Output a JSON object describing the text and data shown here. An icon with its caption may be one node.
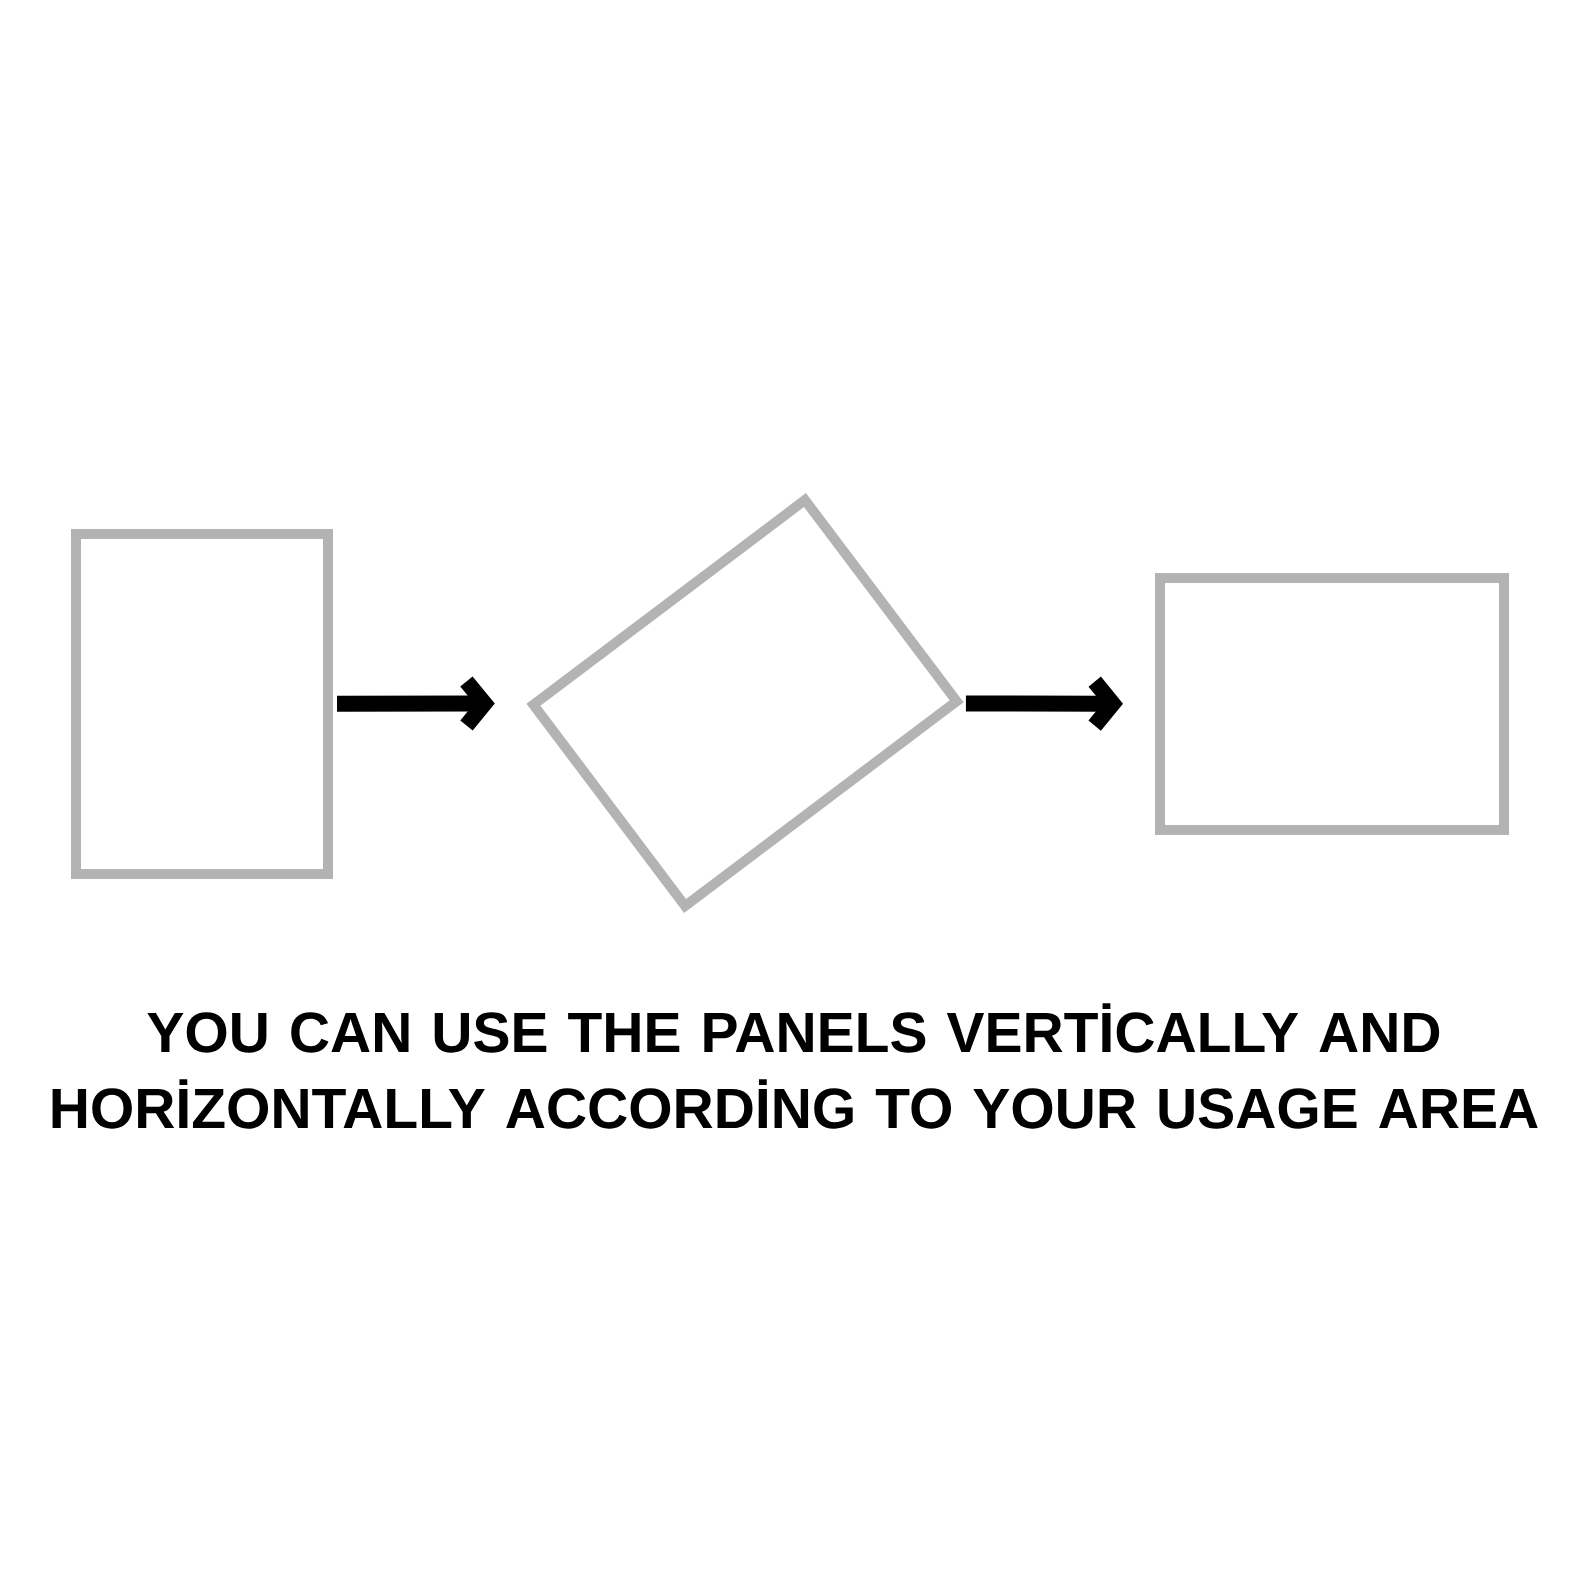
{
  "diagram": {
    "caption": "YOU CAN USE THE PANELS VERTİCALLY AND HORİZONTALLY ACCORDİNG TO YOUR USAGE AREA",
    "nodes": [
      {
        "text": [],
        "shape": "box"
      },
      {
        "text": [],
        "shape": "box"
      },
      {
        "text": [],
        "shape": "box"
      }
    ],
    "edges": [
      {
        "from": 0,
        "to": 1,
        "arrow": "to"
      },
      {
        "from": 1,
        "to": 2,
        "arrow": "to"
      }
    ]
  }
}
